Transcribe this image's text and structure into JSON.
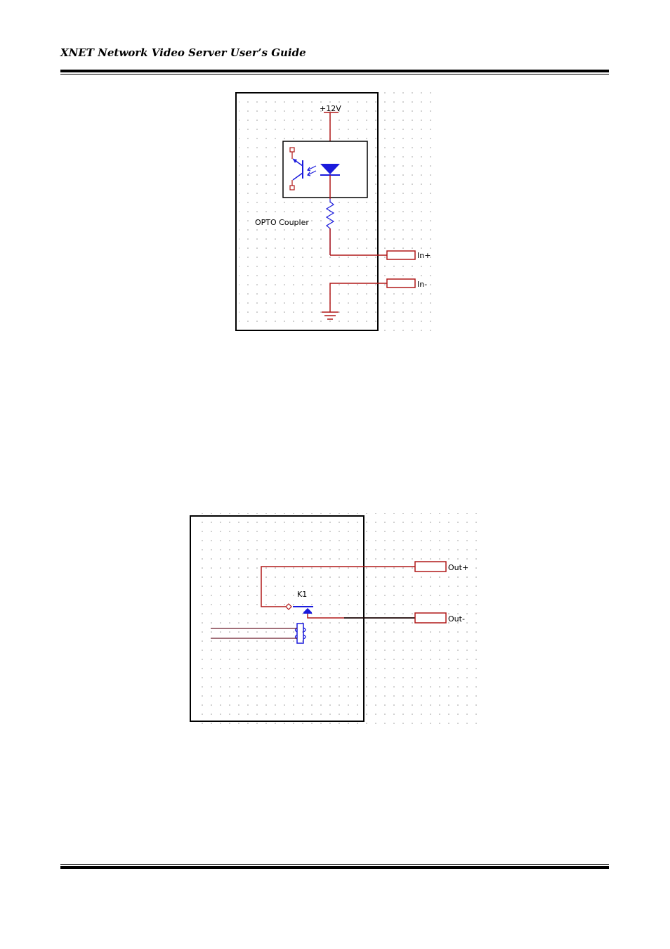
{
  "header": {
    "title": "XNET Network Video Server User’s Guide"
  },
  "input_diagram": {
    "supply_label": "+12V",
    "component_label": "OPTO Coupler",
    "terminal_plus": "In+",
    "terminal_minus": "In-"
  },
  "output_diagram": {
    "relay_label": "K1",
    "terminal_plus": "Out+",
    "terminal_minus": "Out-"
  },
  "colors": {
    "wire": "#b01818",
    "component": "#1a1adc",
    "dark": "#000000"
  }
}
